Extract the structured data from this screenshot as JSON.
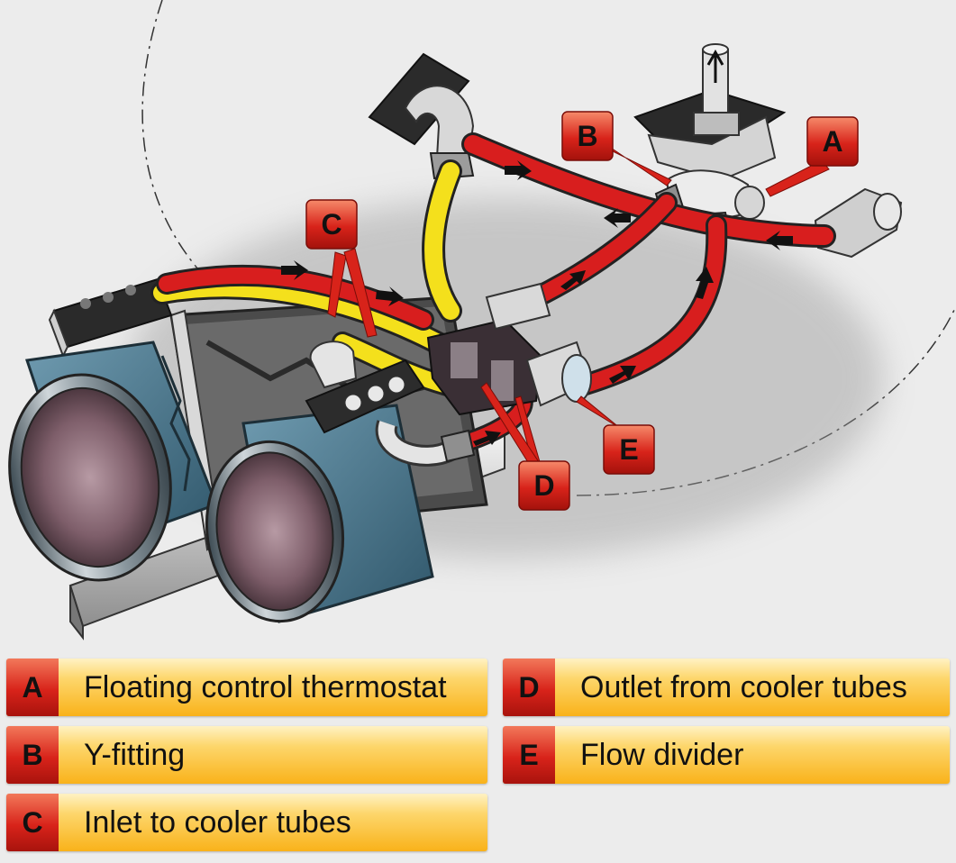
{
  "callouts": {
    "a": "A",
    "b": "B",
    "c": "C",
    "d": "D",
    "e": "E"
  },
  "legend": [
    {
      "key": "A",
      "text": "Floating control thermostat"
    },
    {
      "key": "B",
      "text": "Y-fitting"
    },
    {
      "key": "C",
      "text": "Inlet to cooler tubes"
    },
    {
      "key": "D",
      "text": "Outlet from cooler tubes"
    },
    {
      "key": "E",
      "text": "Flow divider"
    }
  ],
  "colors": {
    "background": "#ececec",
    "hot_oil_line": "#d81e1e",
    "cool_oil_line": "#f4e01c",
    "callout_red": "#d8231a",
    "legend_gold": "#f9b21a"
  }
}
